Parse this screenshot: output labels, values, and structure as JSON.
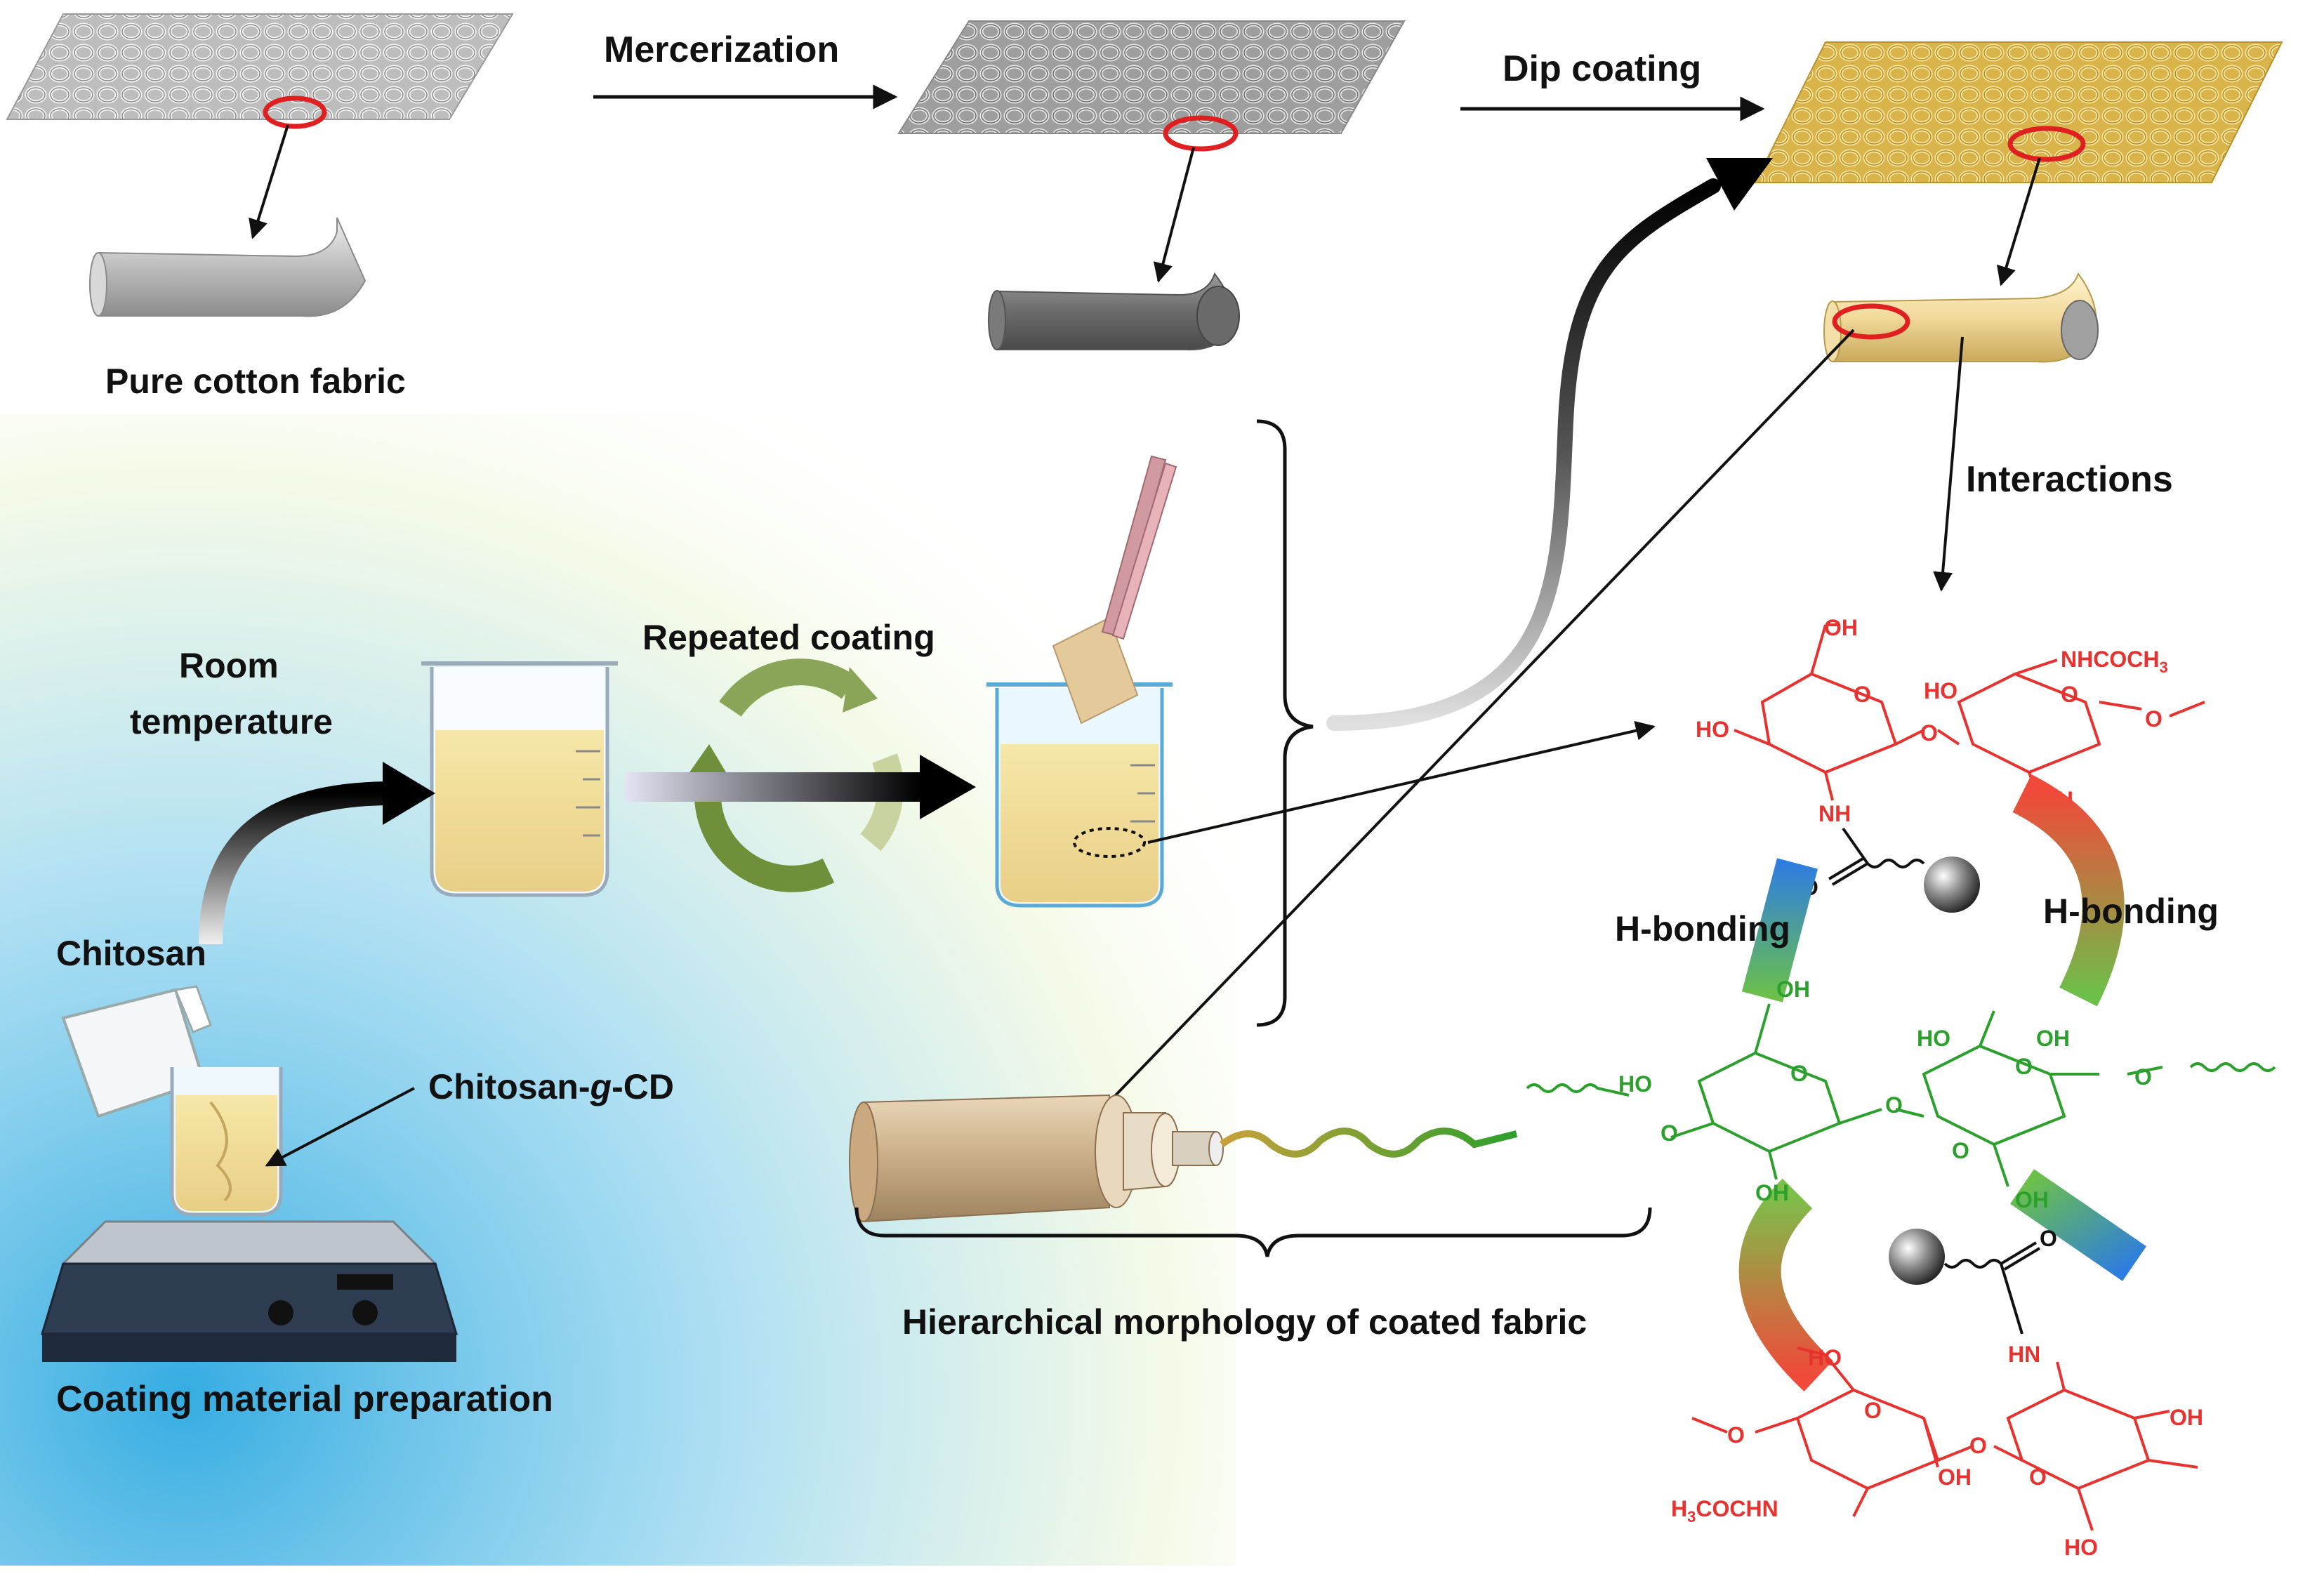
{
  "steps": {
    "mercerization": "Mercerization",
    "dip_coating": "Dip coating",
    "interactions": "Interactions",
    "repeated_coating": "Repeated coating"
  },
  "fabrics": {
    "pure": "Pure cotton fabric"
  },
  "prep": {
    "room_temperature_line1": "Room",
    "room_temperature_line2": "temperature",
    "chitosan": "Chitosan",
    "chitosan_g_cd_prefix": "Chitosan-",
    "chitosan_g_cd_italic": "g",
    "chitosan_g_cd_suffix": "-CD",
    "title": "Coating material preparation"
  },
  "morphology": {
    "title": "Hierarchical morphology of coated fabric"
  },
  "bonding": {
    "left": "H-bonding",
    "right": "H-bonding"
  },
  "chem": {
    "oh": "OH",
    "ho": "HO",
    "o": "O",
    "nh": "NH",
    "hn": "HN",
    "nhcoch3": "NHCOCH",
    "sub3": "3",
    "h3cochn_h": "H",
    "h3cochn_rest": "COCHN"
  },
  "colors": {
    "chitosan": "#e8322f",
    "cyclodextrin": "#2ca02c",
    "highlight": "#e02020",
    "coated_fabric": "#e8c870"
  }
}
